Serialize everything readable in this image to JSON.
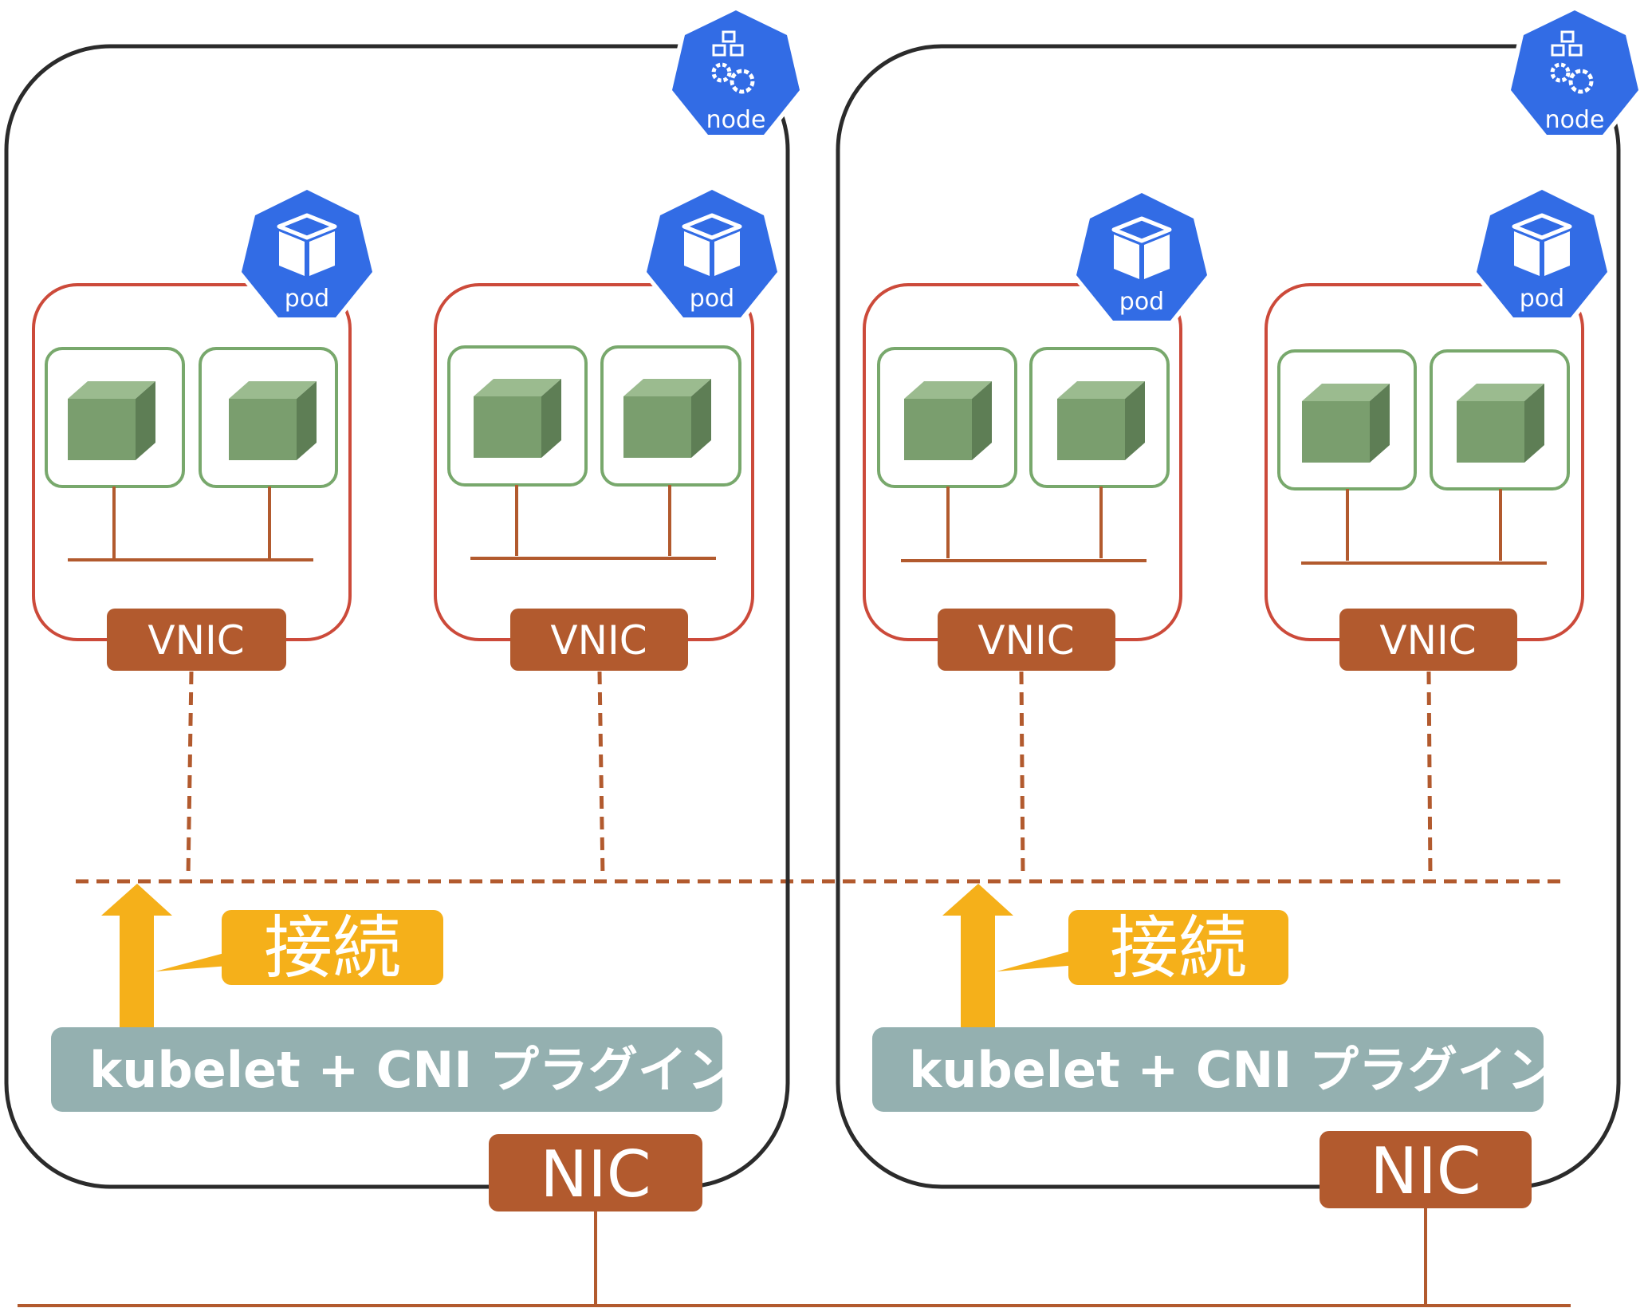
{
  "colors": {
    "node_border": "#2b2b2b",
    "pod_border": "#cc4a3a",
    "container_border": "#78a86c",
    "container_cube": "#7a9e6e",
    "wire": "#b25a2e",
    "badge": "#b25a2e",
    "k8s_blue": "#326ce5",
    "arrow": "#f5b01a",
    "plugin_bar": "#94b0b0"
  },
  "icons": {
    "node": "k8s-node-icon",
    "pod": "k8s-pod-icon",
    "container": "container-cube-icon"
  },
  "nodes": [
    {
      "node_label": "node",
      "pods": [
        {
          "pod_label": "pod",
          "vnic_label": "VNIC",
          "containers": 2
        },
        {
          "pod_label": "pod",
          "vnic_label": "VNIC",
          "containers": 2
        }
      ],
      "connect_label": "接続",
      "plugin_label": "kubelet + CNI プラグイン",
      "nic_label": "NIC"
    },
    {
      "node_label": "node",
      "pods": [
        {
          "pod_label": "pod",
          "vnic_label": "VNIC",
          "containers": 2
        },
        {
          "pod_label": "pod",
          "vnic_label": "VNIC",
          "containers": 2
        }
      ],
      "connect_label": "接続",
      "plugin_label": "kubelet + CNI プラグイン",
      "nic_label": "NIC"
    }
  ]
}
